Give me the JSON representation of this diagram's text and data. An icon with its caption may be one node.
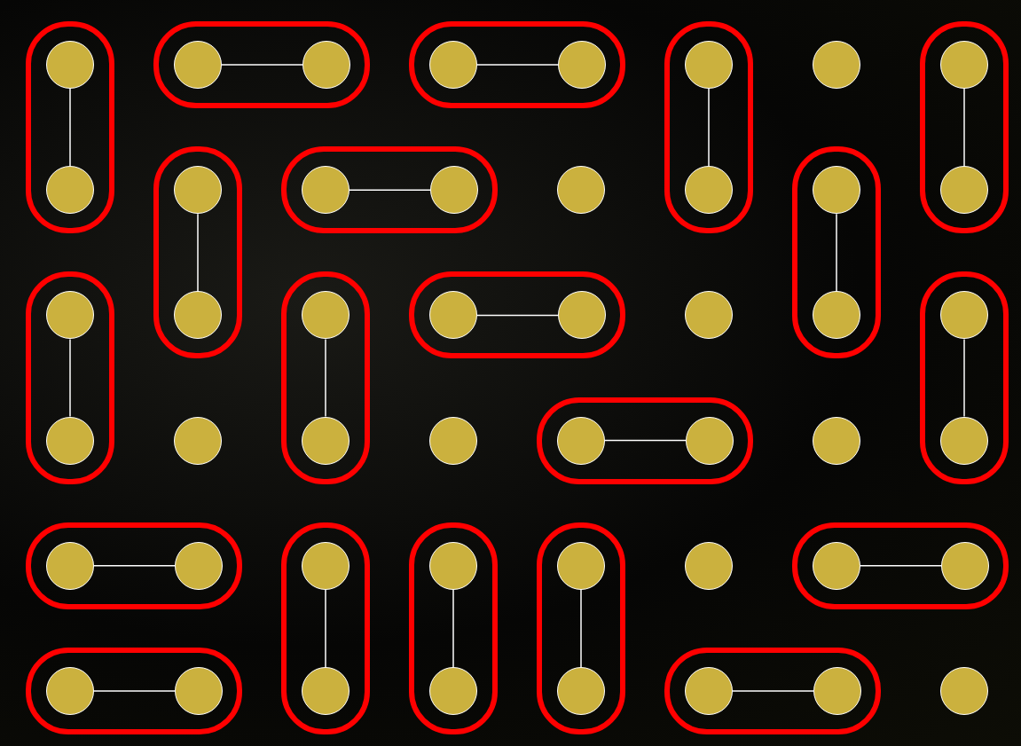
{
  "diagram": {
    "nodes": [
      {
        "text": [],
        "shape": "box"
      },
      {
        "text": [],
        "shape": "circle",
        "in": 0
      },
      {
        "text": [],
        "shape": "circle",
        "in": 0
      },
      {
        "text": [],
        "shape": "box"
      },
      {
        "text": [],
        "shape": "circle",
        "in": 3
      },
      {
        "text": [],
        "shape": "circle",
        "in": 3
      },
      {
        "text": [],
        "shape": "box"
      },
      {
        "text": [],
        "shape": "circle",
        "in": 6
      },
      {
        "text": [],
        "shape": "circle",
        "in": 6
      },
      {
        "text": [],
        "shape": "box"
      },
      {
        "text": [],
        "shape": "circle",
        "in": 9
      },
      {
        "text": [],
        "shape": "circle",
        "in": 9
      },
      {
        "text": [],
        "shape": "circle"
      },
      {
        "text": [],
        "shape": "box"
      },
      {
        "text": [],
        "shape": "circle",
        "in": 13
      },
      {
        "text": [],
        "shape": "circle",
        "in": 13
      },
      {
        "text": [],
        "shape": "box"
      },
      {
        "text": [],
        "shape": "circle",
        "in": 16
      },
      {
        "text": [],
        "shape": "circle",
        "in": 16
      },
      {
        "text": [],
        "shape": "box"
      },
      {
        "text": [],
        "shape": "circle",
        "in": 19
      },
      {
        "text": [],
        "shape": "circle",
        "in": 19
      },
      {
        "text": [],
        "shape": "circle"
      },
      {
        "text": [],
        "shape": "box"
      },
      {
        "text": [],
        "shape": "circle",
        "in": 23
      },
      {
        "text": [],
        "shape": "circle",
        "in": 23
      },
      {
        "text": [],
        "shape": "box"
      },
      {
        "text": [],
        "shape": "circle",
        "in": 26
      },
      {
        "text": [],
        "shape": "circle",
        "in": 26
      },
      {
        "text": [],
        "shape": "box"
      },
      {
        "text": [],
        "shape": "circle",
        "in": 29
      },
      {
        "text": [],
        "shape": "circle",
        "in": 29
      },
      {
        "text": [],
        "shape": "box"
      },
      {
        "text": [],
        "shape": "circle",
        "in": 32
      },
      {
        "text": [],
        "shape": "circle",
        "in": 32
      },
      {
        "text": [],
        "shape": "circle"
      },
      {
        "text": [],
        "shape": "box"
      },
      {
        "text": [],
        "shape": "circle",
        "in": 36
      },
      {
        "text": [],
        "shape": "circle",
        "in": 36
      },
      {
        "text": [],
        "shape": "circle"
      },
      {
        "text": [],
        "shape": "circle"
      },
      {
        "text": [],
        "shape": "box"
      },
      {
        "text": [],
        "shape": "circle",
        "in": 41
      },
      {
        "text": [],
        "shape": "circle",
        "in": 41
      },
      {
        "text": [],
        "shape": "circle"
      },
      {
        "text": [],
        "shape": "box"
      },
      {
        "text": [],
        "shape": "circle",
        "in": 45
      },
      {
        "text": [],
        "shape": "circle",
        "in": 45
      },
      {
        "text": [],
        "shape": "box"
      },
      {
        "text": [],
        "shape": "circle",
        "in": 48
      },
      {
        "text": [],
        "shape": "circle",
        "in": 48
      },
      {
        "text": [],
        "shape": "box"
      },
      {
        "text": [],
        "shape": "circle",
        "in": 51
      },
      {
        "text": [],
        "shape": "circle",
        "in": 51
      },
      {
        "text": [],
        "shape": "box"
      },
      {
        "text": [],
        "shape": "circle",
        "in": 54
      },
      {
        "text": [],
        "shape": "circle",
        "in": 54
      },
      {
        "text": [],
        "shape": "circle"
      },
      {
        "text": [],
        "shape": "box"
      },
      {
        "text": [],
        "shape": "circle",
        "in": 58
      },
      {
        "text": [],
        "shape": "circle",
        "in": 58
      },
      {
        "text": [],
        "shape": "box"
      },
      {
        "text": [],
        "shape": "circle",
        "in": 61
      },
      {
        "text": [],
        "shape": "circle",
        "in": 61
      },
      {
        "text": [],
        "shape": "box"
      },
      {
        "text": [],
        "shape": "circle",
        "in": 64
      },
      {
        "text": [],
        "shape": "circle",
        "in": 64
      },
      {
        "text": [],
        "shape": "circle"
      }
    ],
    "edges": [
      {
        "from": 1,
        "to": 2,
        "arrow": "none"
      },
      {
        "from": 4,
        "to": 5,
        "arrow": "none"
      },
      {
        "from": 7,
        "to": 8,
        "arrow": "none"
      },
      {
        "from": 10,
        "to": 11,
        "arrow": "none"
      },
      {
        "from": 14,
        "to": 15,
        "arrow": "none"
      },
      {
        "from": 17,
        "to": 18,
        "arrow": "none"
      },
      {
        "from": 20,
        "to": 21,
        "arrow": "none"
      },
      {
        "from": 24,
        "to": 25,
        "arrow": "none"
      },
      {
        "from": 27,
        "to": 28,
        "arrow": "none"
      },
      {
        "from": 30,
        "to": 31,
        "arrow": "none"
      },
      {
        "from": 33,
        "to": 34,
        "arrow": "none"
      },
      {
        "from": 37,
        "to": 38,
        "arrow": "none"
      },
      {
        "from": 42,
        "to": 43,
        "arrow": "none"
      },
      {
        "from": 46,
        "to": 47,
        "arrow": "none"
      },
      {
        "from": 49,
        "to": 50,
        "arrow": "none"
      },
      {
        "from": 52,
        "to": 53,
        "arrow": "none"
      },
      {
        "from": 55,
        "to": 56,
        "arrow": "none"
      },
      {
        "from": 59,
        "to": 60,
        "arrow": "none"
      },
      {
        "from": 62,
        "to": 63,
        "arrow": "none"
      },
      {
        "from": 65,
        "to": 66,
        "arrow": "none"
      }
    ]
  }
}
